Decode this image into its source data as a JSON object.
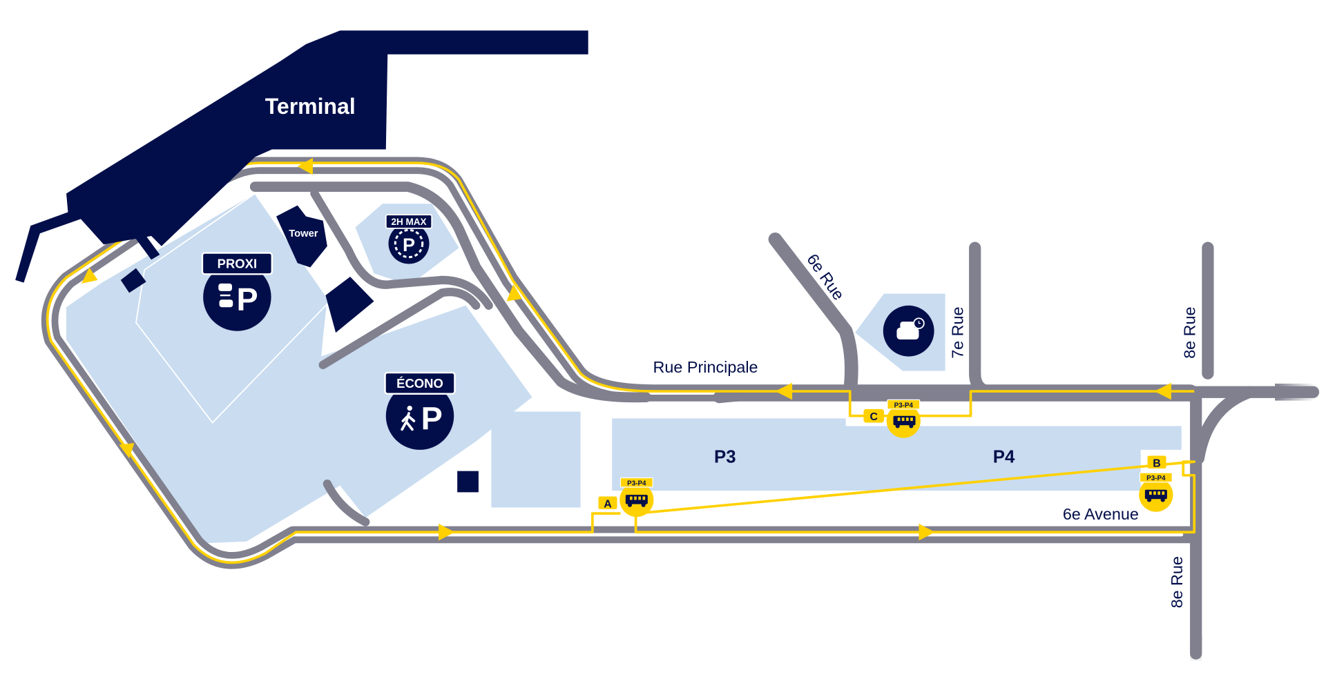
{
  "map": {
    "terminal": "Terminal",
    "tower": "Tower",
    "lots": {
      "proxi": "PROXI",
      "econo": "ÉCONO",
      "short_term": "2H MAX",
      "p3": "P3",
      "p4": "P4",
      "p_glyph": "P"
    },
    "streets": {
      "rue_principale": "Rue Principale",
      "rue6": "6e Rue",
      "rue7": "7e Rue",
      "rue8_north": "8e Rue",
      "rue8_south": "8e Rue",
      "avenue6": "6e Avenue"
    },
    "shuttle_stops": [
      {
        "letter": "A",
        "route": "P3-P4",
        "icon": "bus-icon"
      },
      {
        "letter": "B",
        "route": "P3-P4",
        "icon": "bus-icon"
      },
      {
        "letter": "C",
        "route": "P3-P4",
        "icon": "bus-icon"
      }
    ],
    "icons": [
      "car-icon",
      "pedestrian-icon",
      "car-clock-icon",
      "arrow-icon"
    ]
  },
  "colors": {
    "navy": "#020e4a",
    "road": "#80808f",
    "lot": "#c9dcf0",
    "shuttle": "#ffd100"
  }
}
